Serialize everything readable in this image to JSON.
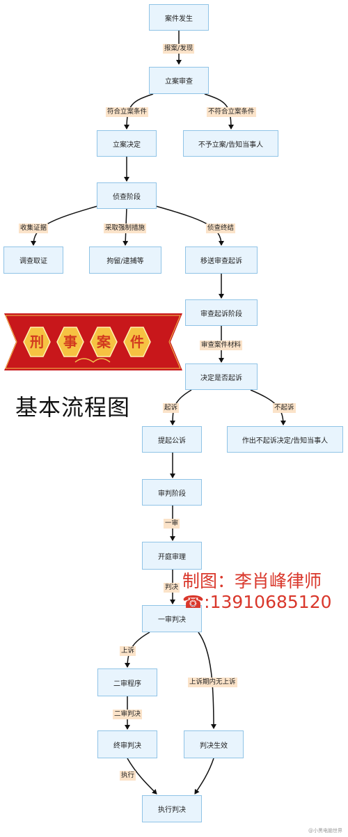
{
  "nodes": {
    "case_occurs": "案件发生",
    "filing_review": "立案审查",
    "filing_decision": "立案决定",
    "no_filing": "不予立案/告知当事人",
    "investigation": "侦查阶段",
    "collect_evidence": "调查取证",
    "detention": "拘留/逮捕等",
    "transfer_prosecution": "移送审查起诉",
    "prosecution_review": "审查起诉阶段",
    "prosecute_decision": "决定是否起诉",
    "public_prosecution": "提起公诉",
    "no_prosecution": "作出不起诉决定/告知当事人",
    "trial_stage": "审判阶段",
    "court_hearing": "开庭审理",
    "first_judgment": "一审判决",
    "second_instance": "二审程序",
    "final_judgment": "终审判决",
    "judgment_effective": "判决生效",
    "execute_judgment": "执行判决"
  },
  "edges": {
    "report": "报案/发现",
    "meets_conditions": "符合立案条件",
    "not_meets_conditions": "不符合立案条件",
    "collect": "收集证据",
    "coercive": "采取强制措施",
    "investigation_end": "侦查终结",
    "review_materials": "审查案件材料",
    "prosecute": "起诉",
    "not_prosecute": "不起诉",
    "first_instance": "一审",
    "judgment": "判决",
    "appeal": "上诉",
    "second_judgment": "二审判决",
    "no_appeal": "上诉期内无上诉",
    "execute": "执行"
  },
  "banner": {
    "chars": [
      "刑",
      "事",
      "案",
      "件"
    ],
    "title": "基本流程图"
  },
  "credit": {
    "author": "制图：李肖峰律师",
    "phone": "☎:13910685120"
  },
  "watermark": "@小黑电脑世界",
  "colors": {
    "node_fill": "#e8f4fd",
    "node_border": "#8fc3e6",
    "label_fill": "#fbe3c9",
    "banner_red": "#c8171b",
    "hex_gold": "#f6c242",
    "credit_red": "#d9372b"
  }
}
